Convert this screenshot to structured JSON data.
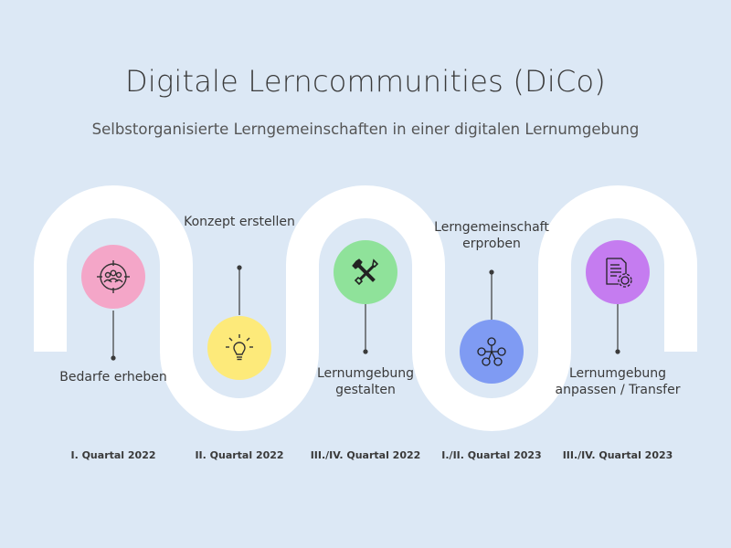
{
  "title": "Digitale Lerncommunities (DiCo)",
  "subtitle": "Selbstorganisierte Lerngemeinschaften in einer digitalen Lernumgebung",
  "colors": {
    "background": "#dce8f5",
    "path": "#ffffff",
    "pink": "#f4a6c8",
    "yellow": "#fdea7a",
    "green": "#8fe29a",
    "blue": "#7f9bf3",
    "purple": "#c57cf0"
  },
  "steps": [
    {
      "label_line1": "Bedarfe erheben",
      "label_line2": "",
      "quarter": "I. Quartal 2022",
      "icon": "community-target-icon"
    },
    {
      "label_line1": "Konzept erstellen",
      "label_line2": "",
      "quarter": "II. Quartal 2022",
      "icon": "lightbulb-icon"
    },
    {
      "label_line1": "Lernumgebung",
      "label_line2": "gestalten",
      "quarter": "III./IV. Quartal 2022",
      "icon": "tools-icon"
    },
    {
      "label_line1": "Lerngemeinschaft",
      "label_line2": "erproben",
      "quarter": "I./II. Quartal 2023",
      "icon": "network-people-icon"
    },
    {
      "label_line1": "Lernumgebung",
      "label_line2": "anpassen / Transfer",
      "quarter": "III./IV. Quartal 2023",
      "icon": "document-gear-icon"
    }
  ]
}
